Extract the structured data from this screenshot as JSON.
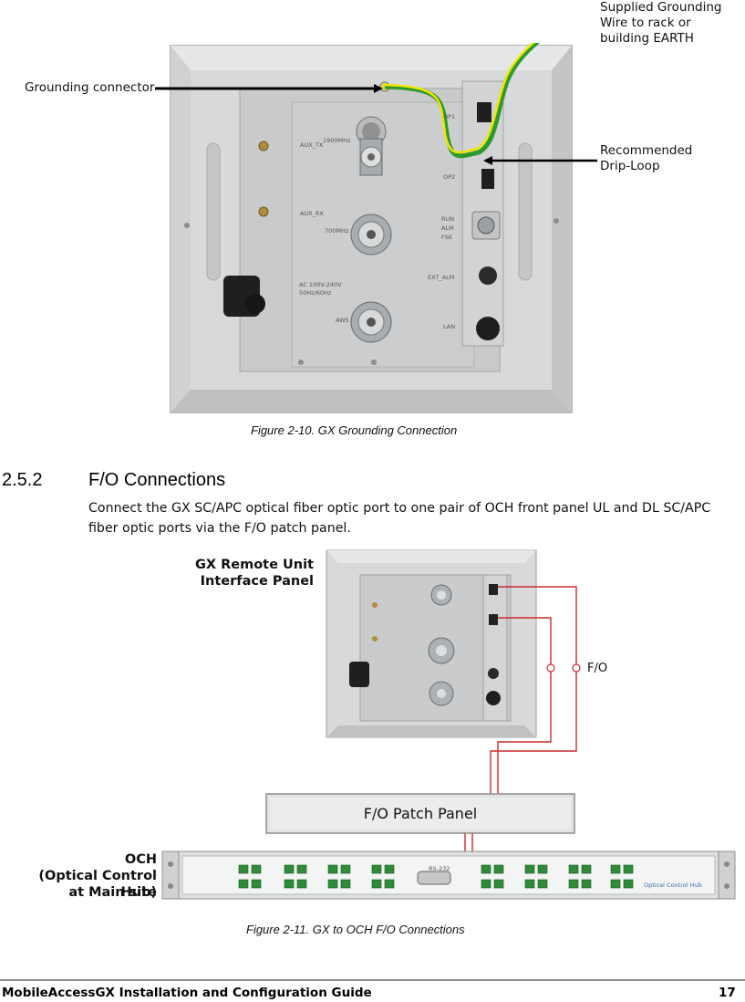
{
  "figure1": {
    "callouts": {
      "grounding_connector": "Grounding connector",
      "supplied_wire_1": "Supplied Grounding",
      "supplied_wire_2": "Wire to rack or",
      "supplied_wire_3": "building EARTH",
      "drip_loop_1": "Recommended",
      "drip_loop_2": "Drip-Loop"
    },
    "panel_labels": {
      "aux_tx": "AUX_TX",
      "freq_1900": "1900MHz",
      "aux_rx": "AUX_RX",
      "freq_700": "700MHz",
      "ac_1": "AC 100V-240V",
      "ac_2": "50Hz/60Hz",
      "aws": "AWS",
      "op1": "OP1",
      "op2": "OP2",
      "run": "RUN",
      "alm": "ALM",
      "fsk": "FSK",
      "ext_alm": "EXT_ALM",
      "lan": "LAN"
    },
    "caption": "Figure 2-10. GX Grounding Connection"
  },
  "section": {
    "number": "2.5.2",
    "title": "F/O Connections",
    "body_line1": "Connect the GX SC/APC optical fiber optic port to one pair of OCH front panel UL and DL SC/APC",
    "body_line2": "fiber optic ports via the F/O patch panel."
  },
  "figure2": {
    "gx_label_1": "GX Remote Unit",
    "gx_label_2": "Interface Panel",
    "fo_label": "F/O",
    "patch_panel": "F/O Patch Panel",
    "och_label_1": "OCH",
    "och_label_2": "(Optical Control Hub)",
    "och_label_3": "at Main site",
    "och_brand": "Optical Control Hub",
    "rs232": "RS-232",
    "caption": "Figure 2-11. GX to OCH F/O Connections"
  },
  "footer": {
    "title": "MobileAccessGX Installation and Configuration Guide",
    "page": "17"
  },
  "colors": {
    "fiber": "#cc2b2b",
    "ground_green": "#2e9a2e",
    "ground_yellow": "#f2e500",
    "enclosure": "#d9dadb",
    "panel": "#c9cbcc"
  }
}
